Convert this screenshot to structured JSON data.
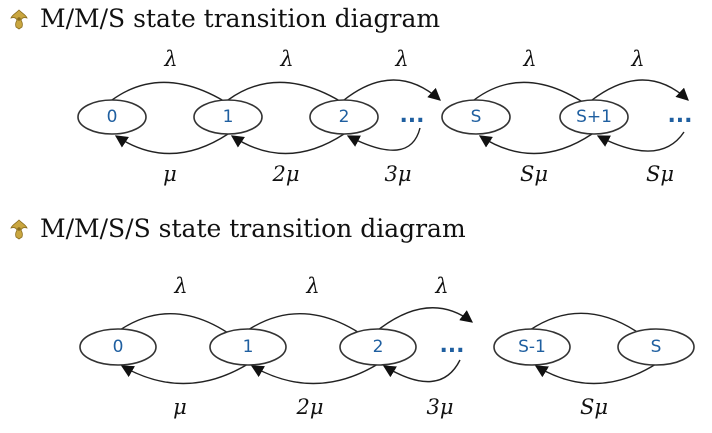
{
  "headings": {
    "mms": "M/M/S state transition diagram",
    "mmss": "M/M/S/S state transition diagram"
  },
  "diagrams": [
    {
      "id": "mms",
      "states": [
        "0",
        "1",
        "2",
        "S",
        "S+1"
      ],
      "ellipses": [
        "...",
        "..."
      ],
      "arrival_labels": [
        "λ",
        "λ",
        "λ",
        "λ",
        "λ"
      ],
      "service_labels": [
        "μ",
        "2μ",
        "3μ",
        "Sμ",
        "Sμ"
      ]
    },
    {
      "id": "mmss",
      "states": [
        "0",
        "1",
        "2",
        "S-1",
        "S"
      ],
      "ellipses": [
        "..."
      ],
      "arrival_labels": [
        "λ",
        "λ",
        "λ"
      ],
      "service_labels": [
        "μ",
        "2μ",
        "3μ",
        "Sμ"
      ]
    }
  ],
  "colors": {
    "state_text": "#1f5fa0",
    "line": "#222222",
    "bullet": "#c9a640"
  },
  "icons": {
    "bullet": "ornamental-bullet-icon"
  }
}
